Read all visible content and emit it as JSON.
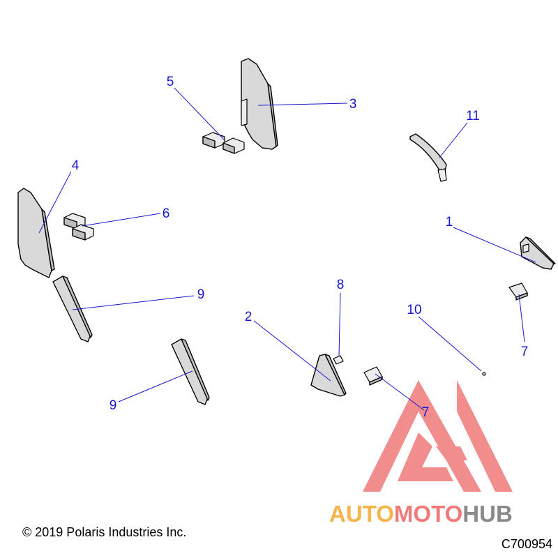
{
  "callouts": {
    "c1": "1",
    "c2": "2",
    "c3": "3",
    "c4": "4",
    "c5": "5",
    "c6": "6",
    "c7a": "7",
    "c7b": "7",
    "c8": "8",
    "c9a": "9",
    "c9b": "9",
    "c10": "10",
    "c11": "11"
  },
  "footer": {
    "copyright": "© 2019 Polaris Industries Inc.",
    "drawing_code": "C700954"
  },
  "watermark": {
    "part1": "AUTO",
    "part2": "MOTO",
    "part3": "HUB",
    "color_red": "#f07a7a",
    "color_orange": "#f5b54a",
    "color_gray": "#8a8a8a"
  },
  "colors": {
    "callout": "#1515d0",
    "part_fill": "#d9d9d9"
  }
}
